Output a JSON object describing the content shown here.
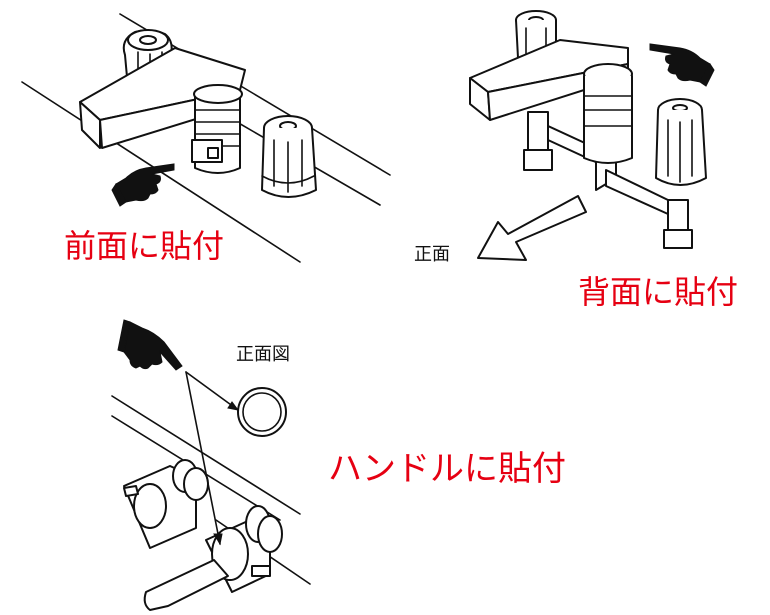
{
  "labels": {
    "front_attach": "前面に貼付",
    "front": "正面",
    "back_attach": "背面に貼付",
    "front_view": "正面図",
    "handle_attach": "ハンドルに貼付"
  },
  "colors": {
    "label_red": "#e60012",
    "line": "#111111",
    "background": "#ffffff"
  },
  "icons": {
    "pointer": "pointing-hand-icon"
  }
}
